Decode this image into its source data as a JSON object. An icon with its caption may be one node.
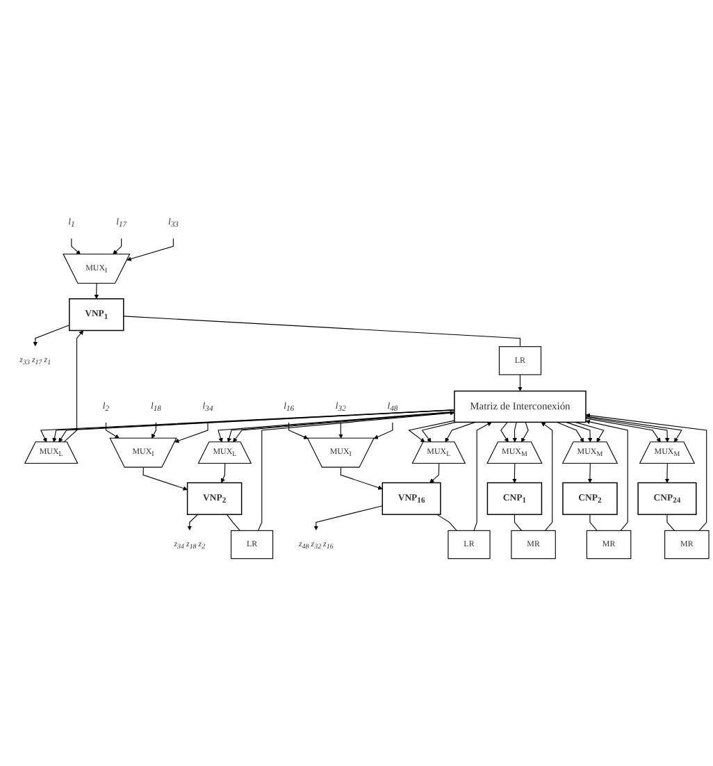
{
  "diagram": {
    "nodes": [
      {
        "text": [
          "l$_{1}$"
        ]
      },
      {
        "text": [
          "l$_{17}$"
        ]
      },
      {
        "text": [
          "l$_{33}$"
        ]
      },
      {
        "text": [
          "MUX$_{I}$"
        ]
      },
      {
        "text": [
          "z$_{33}$ z$_{17}$ z$_{1}$"
        ]
      },
      {
        "text": [
          "VNP$_{1}$"
        ]
      },
      {
        "text": [
          "LR"
        ]
      },
      {
        "text": [
          "MUX$_{L}$"
        ]
      },
      {
        "text": [
          "l$_{2}$"
        ]
      },
      {
        "text": [
          "l$_{18}$"
        ]
      },
      {
        "text": [
          "l$_{34}$"
        ]
      },
      {
        "text": [
          "MUX$_{I}$"
        ]
      },
      {
        "text": [
          "z$_{34}$ z$_{18}$ z$_{2}$"
        ]
      },
      {
        "text": [
          "VNP$_{2}$"
        ]
      },
      {
        "text": [
          "LR"
        ]
      },
      {
        "text": [
          "MUX$_{L}$"
        ]
      },
      {
        "text": [
          "l$_{16}$"
        ]
      },
      {
        "text": [
          "l$_{32}$"
        ]
      },
      {
        "text": [
          "l$_{48}$"
        ]
      },
      {
        "text": [
          "MUX$_{I}$"
        ]
      },
      {
        "text": [
          "z$_{48}$ z$_{32}$ z$_{16}$"
        ]
      },
      {
        "text": [
          "VNP$_{16}$"
        ]
      },
      {
        "text": [
          "LR"
        ]
      },
      {
        "text": [
          "MUX$_{L}$"
        ]
      },
      {
        "text": [
          "CNP$_{1}$"
        ]
      },
      {
        "text": [
          "MR"
        ]
      },
      {
        "text": [
          "MUX$_{M}$"
        ]
      },
      {
        "text": [
          "CNP$_{2}$"
        ]
      },
      {
        "text": [
          "MR"
        ]
      },
      {
        "text": [
          "MUX$_{M}$"
        ]
      },
      {
        "text": [
          "CNP$_{24}$"
        ]
      },
      {
        "text": [
          "MR"
        ]
      },
      {
        "text": [
          "MUX$_{M}$"
        ]
      },
      {
        "text": [
          "Matriz de Interconexión"
        ]
      }
    ],
    "edges": [
      {
        "from": 0,
        "to": 3,
        "arrow": "to"
      },
      {
        "from": 1,
        "to": 3,
        "arrow": "to"
      },
      {
        "from": 2,
        "to": 3,
        "arrow": "to"
      },
      {
        "from": 3,
        "to": 5,
        "arrow": "to"
      },
      {
        "from": 5,
        "to": 4,
        "arrow": "to"
      },
      {
        "from": 5,
        "to": 6,
        "arrow": "none"
      },
      {
        "from": 6,
        "to": 33,
        "arrow": "to"
      },
      {
        "from": 33,
        "to": 7,
        "arrow": "to"
      },
      {
        "from": 33,
        "to": 7,
        "arrow": "to"
      },
      {
        "from": 33,
        "to": 7,
        "arrow": "to"
      },
      {
        "from": 7,
        "to": 5,
        "arrow": "to"
      },
      {
        "from": 8,
        "to": 11,
        "arrow": "to"
      },
      {
        "from": 9,
        "to": 11,
        "arrow": "to"
      },
      {
        "from": 10,
        "to": 11,
        "arrow": "to"
      },
      {
        "from": 11,
        "to": 13,
        "arrow": "to"
      },
      {
        "from": 13,
        "to": 12,
        "arrow": "to"
      },
      {
        "from": 13,
        "to": 14,
        "arrow": "none"
      },
      {
        "from": 14,
        "to": 33,
        "arrow": "to"
      },
      {
        "from": 33,
        "to": 15,
        "arrow": "to"
      },
      {
        "from": 33,
        "to": 15,
        "arrow": "to"
      },
      {
        "from": 33,
        "to": 15,
        "arrow": "to"
      },
      {
        "from": 15,
        "to": 13,
        "arrow": "to"
      },
      {
        "from": 16,
        "to": 19,
        "arrow": "to"
      },
      {
        "from": 17,
        "to": 19,
        "arrow": "to"
      },
      {
        "from": 18,
        "to": 19,
        "arrow": "to"
      },
      {
        "from": 19,
        "to": 21,
        "arrow": "to"
      },
      {
        "from": 21,
        "to": 20,
        "arrow": "to"
      },
      {
        "from": 21,
        "to": 22,
        "arrow": "none"
      },
      {
        "from": 22,
        "to": 33,
        "arrow": "to"
      },
      {
        "from": 33,
        "to": 23,
        "arrow": "to"
      },
      {
        "from": 33,
        "to": 23,
        "arrow": "to"
      },
      {
        "from": 33,
        "to": 23,
        "arrow": "to"
      },
      {
        "from": 23,
        "to": 21,
        "arrow": "to"
      },
      {
        "from": 24,
        "to": 25,
        "arrow": "none"
      },
      {
        "from": 25,
        "to": 33,
        "arrow": "to"
      },
      {
        "from": 33,
        "to": 26,
        "arrow": "to"
      },
      {
        "from": 33,
        "to": 26,
        "arrow": "to"
      },
      {
        "from": 33,
        "to": 26,
        "arrow": "to"
      },
      {
        "from": 26,
        "to": 24,
        "arrow": "to"
      },
      {
        "from": 27,
        "to": 28,
        "arrow": "none"
      },
      {
        "from": 28,
        "to": 33,
        "arrow": "to"
      },
      {
        "from": 33,
        "to": 29,
        "arrow": "to"
      },
      {
        "from": 33,
        "to": 29,
        "arrow": "to"
      },
      {
        "from": 33,
        "to": 29,
        "arrow": "to"
      },
      {
        "from": 29,
        "to": 27,
        "arrow": "to"
      },
      {
        "from": 30,
        "to": 31,
        "arrow": "none"
      },
      {
        "from": 31,
        "to": 33,
        "arrow": "to"
      },
      {
        "from": 33,
        "to": 32,
        "arrow": "to"
      },
      {
        "from": 33,
        "to": 32,
        "arrow": "to"
      },
      {
        "from": 33,
        "to": 32,
        "arrow": "to"
      },
      {
        "from": 32,
        "to": 30,
        "arrow": "to"
      }
    ]
  }
}
